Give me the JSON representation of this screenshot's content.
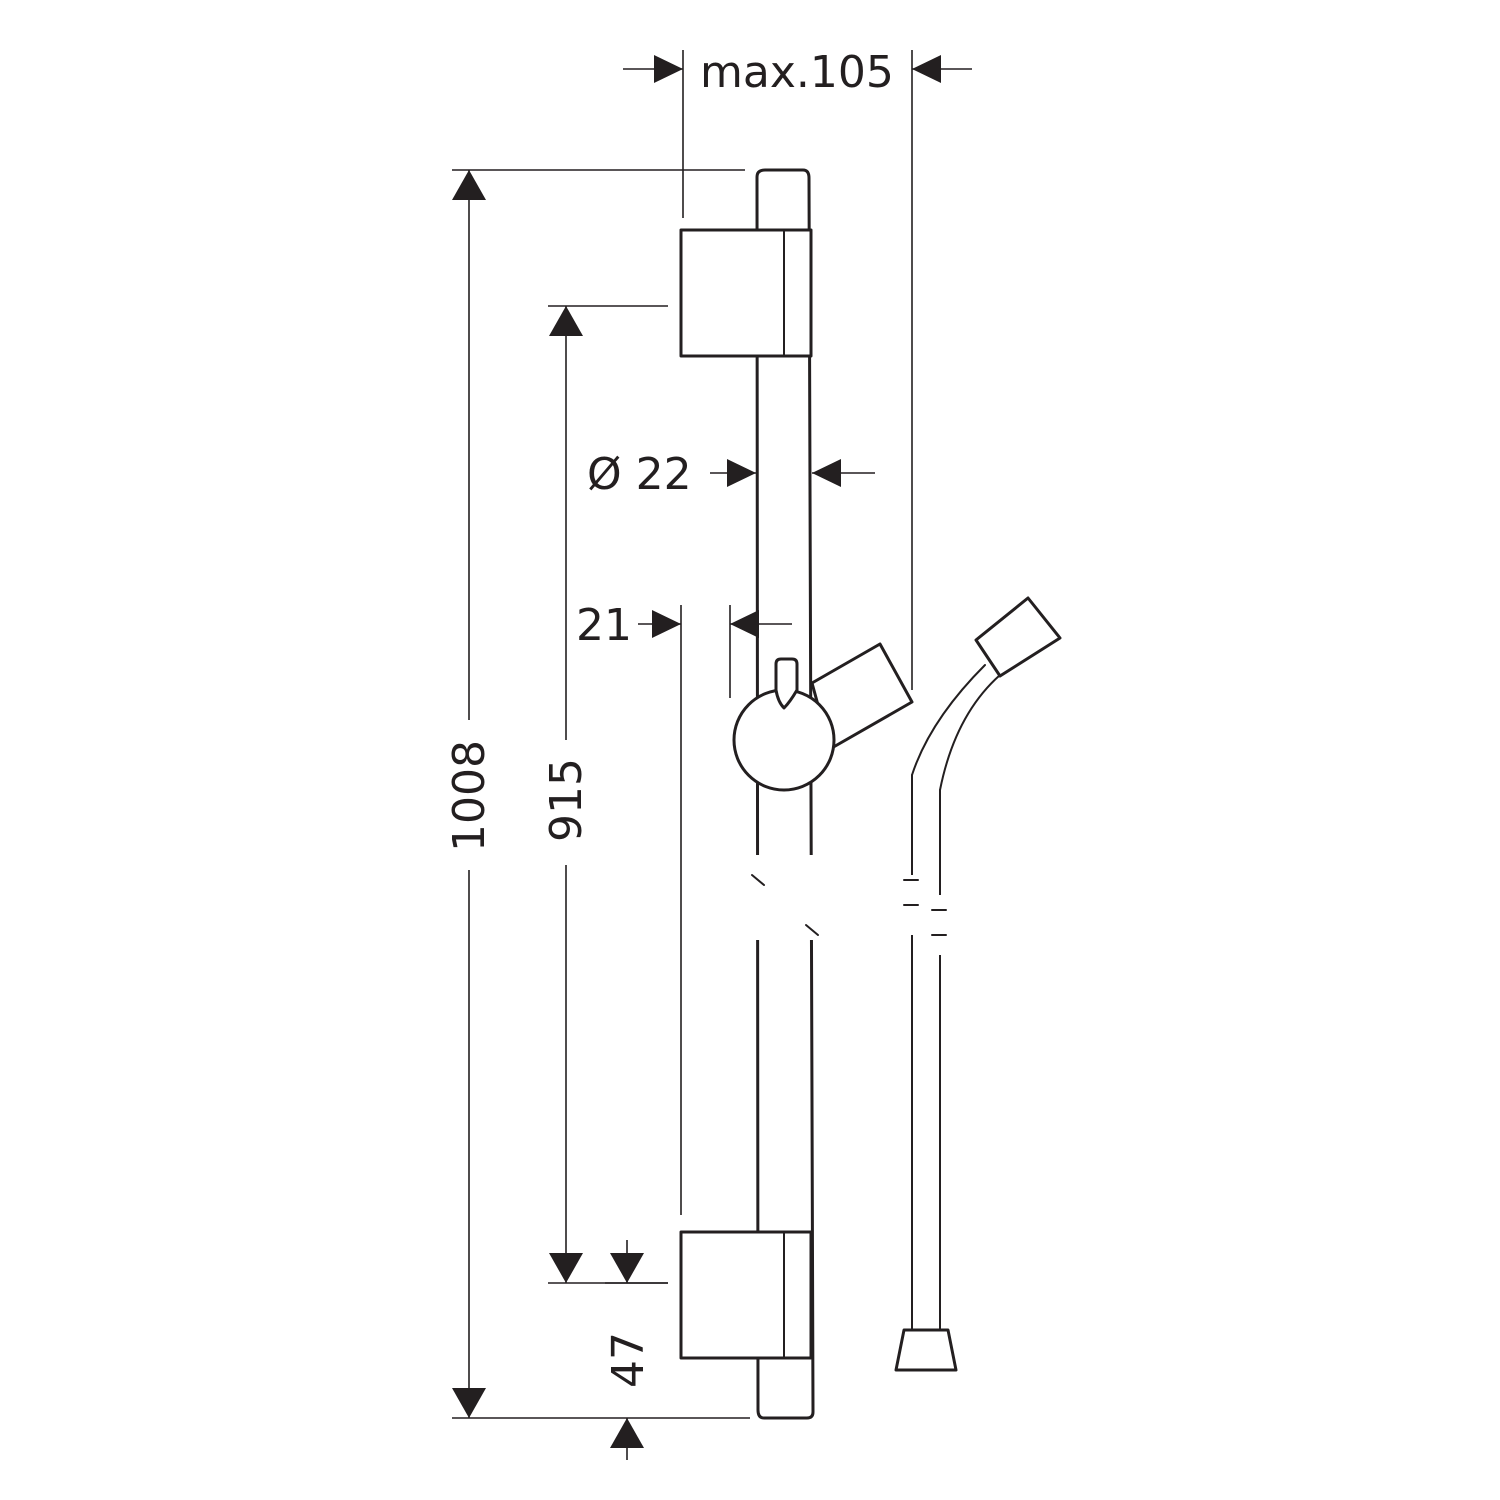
{
  "drawing": {
    "dimensions": {
      "max_width": "max.105",
      "overall_height": "1008",
      "bracket_spacing": "915",
      "bar_diameter": "Ø 22",
      "offset": "21",
      "bottom_offset": "47"
    },
    "ink_color": "#231f20",
    "background_color": "#ffffff"
  }
}
